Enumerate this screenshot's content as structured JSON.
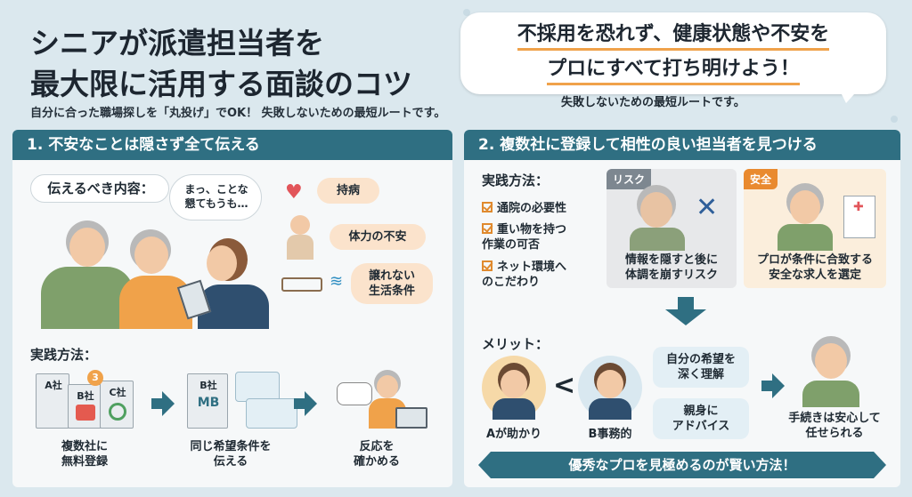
{
  "header": {
    "title_line1": "シニアが派遣担当者を",
    "title_line2": "最大限に活用する面談のコツ",
    "subtitle": "自分に合った職場探しを「丸投げ」でOK！ 失敗しないための最短ルートです。"
  },
  "callout": {
    "line1": "不採用を恐れず、健康状態や不安を",
    "line2": "プロにすべて打ち明けよう！",
    "sub": "失敗しないための最短ルートです。"
  },
  "section1": {
    "heading": "1. 不安なことは隠さず全て伝える",
    "convey_label": "伝えるべき内容：",
    "speech": "まっ、ことな\n懇てもうも…",
    "items": [
      {
        "label": "持病",
        "icon": "heart-icon"
      },
      {
        "label": "体力の不安",
        "icon": "tired-person-icon"
      },
      {
        "label": "譲れない\n生活条件",
        "icon": "bed-wifi-icon"
      }
    ],
    "practice_label": "実践方法：",
    "steps": [
      {
        "caption": "複数社に\n無料登録",
        "companies": [
          "A社",
          "B社",
          "C社"
        ],
        "badge": "3"
      },
      {
        "caption": "同じ希望条件を\n伝える",
        "company": "B社",
        "logo": "MB"
      },
      {
        "caption": "反応を\n確かめる"
      }
    ]
  },
  "section2": {
    "heading": "2. 複数社に登録して相性の良い担当者を見つける",
    "practice_label": "実践方法：",
    "checklist": [
      "通院の必要性",
      "重い物を持つ\n作業の可否",
      "ネット環境へ\nのこだわり"
    ],
    "risk": {
      "tag": "リスク",
      "text": "情報を隠すと後に\n体調を崩すリスク"
    },
    "safe": {
      "tag": "安全",
      "text": "プロが条件に合致する\n安全な求人を選定"
    },
    "merit_label": "メリット：",
    "comparison": {
      "a": "Aが助かり",
      "symbol": "<",
      "b": "B事務的"
    },
    "benefits": [
      "自分の希望を\n深く理解",
      "親身に\nアドバイス"
    ],
    "result": "手続きは安心して\n任せられる",
    "banner": "優秀なプロを見極めるのが賢い方法！"
  },
  "colors": {
    "teal": "#2f6f82",
    "orange": "#f0a24a",
    "peach": "#fbe3cc",
    "background": "#dbe8ee"
  }
}
